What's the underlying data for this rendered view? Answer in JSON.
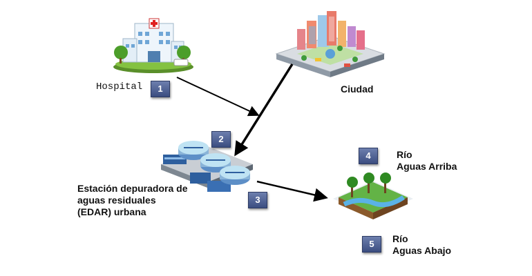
{
  "nodes": {
    "hospital": {
      "label": "Hospital",
      "badge": "1"
    },
    "city": {
      "label": "Ciudad"
    },
    "edar": {
      "badge_in": "2",
      "badge_out": "3",
      "label_lines": [
        "Estación depuradora de",
        "aguas residuales",
        "(EDAR) urbana"
      ]
    },
    "river_up": {
      "badge": "4",
      "label_lines": [
        "Río",
        "Aguas Arriba"
      ]
    },
    "river_down": {
      "badge": "5",
      "label_lines": [
        "Río",
        "Aguas Abajo"
      ]
    }
  },
  "colors": {
    "badge": "#4a5d8f",
    "arrow": "#000000"
  }
}
